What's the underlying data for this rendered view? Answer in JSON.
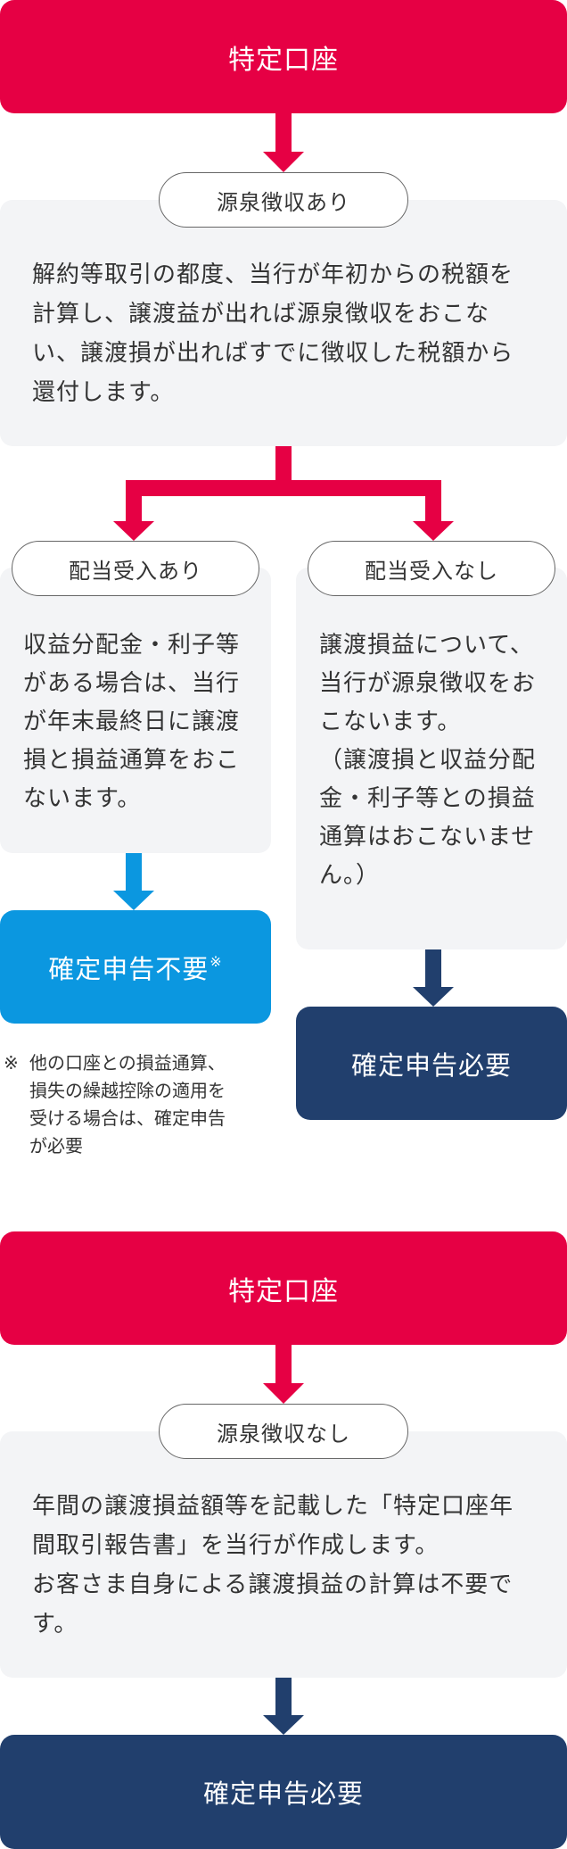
{
  "flow1": {
    "account_label": "特定口座",
    "withholding_label": "源泉徴収あり",
    "withholding_description": "解約等取引の都度、当行が年初からの税額を\n計算し、譲渡益が出れば源泉徴収をおこな\nい、譲渡損が出ればすでに徴収した税額から\n還付します。",
    "left": {
      "label": "配当受入あり",
      "description": "収益分配金・利子等\nがある場合は、当行\nが年末最終日に譲渡\n損と損益通算をおこ\nないます。",
      "result_label": "確定申告不要",
      "result_mark": "※",
      "note_mark": "※",
      "note": "他の口座との損益通算、\n損失の繰越控除の適用を\n受ける場合は、確定申告\nが必要"
    },
    "right": {
      "label": "配当受入なし",
      "description": "譲渡損益について、\n当行が源泉徴収をお\nこないます。\n（譲渡損と収益分配\n金・利子等との損益\n通算はおこないませ\nん。）",
      "result_label": "確定申告必要"
    }
  },
  "flow2": {
    "account_label": "特定口座",
    "withholding_label": "源泉徴収なし",
    "description": "年間の譲渡損益額等を記載した「特定口座年\n間取引報告書」を当行が作成します。\nお客さま自身による譲渡損益の計算は不要で\nす。",
    "result_label": "確定申告必要"
  },
  "colors": {
    "red": "#e60044",
    "navy": "#213f6d",
    "blue": "#0b97e0",
    "panel": "#f3f4f6"
  }
}
